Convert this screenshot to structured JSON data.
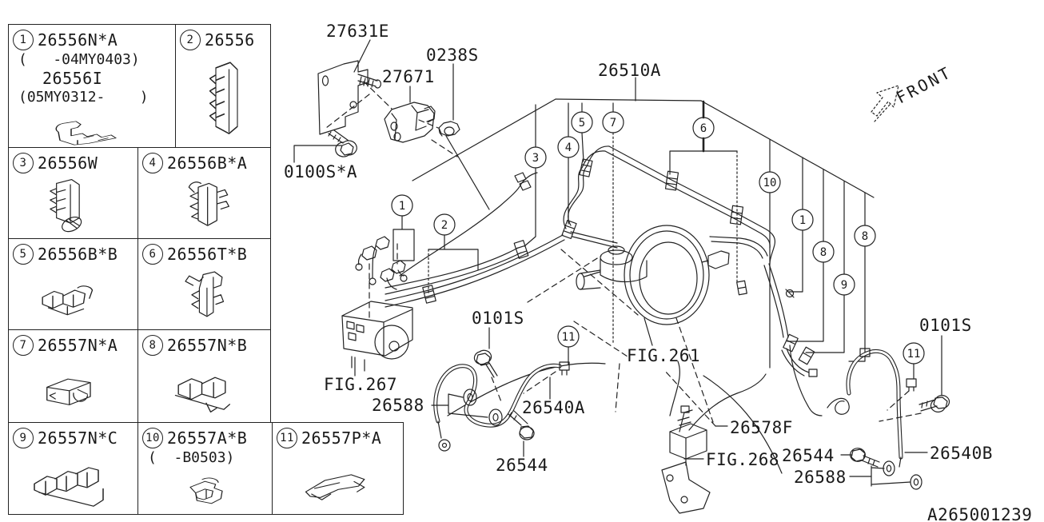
{
  "parts_table": {
    "items": [
      {
        "num": "1",
        "code": "26556N*A",
        "sub1": "(   -04MY0403)",
        "code2": "26556I",
        "sub2": "(05MY0312-    )"
      },
      {
        "num": "2",
        "code": "26556"
      },
      {
        "num": "3",
        "code": "26556W"
      },
      {
        "num": "4",
        "code": "26556B*A"
      },
      {
        "num": "5",
        "code": "26556B*B"
      },
      {
        "num": "6",
        "code": "26556T*B"
      },
      {
        "num": "7",
        "code": "26557N*A"
      },
      {
        "num": "8",
        "code": "26557N*B"
      },
      {
        "num": "9",
        "code": "26557N*C"
      },
      {
        "num": "10",
        "code": "26557A*B",
        "sub1": "(  -B0503)"
      },
      {
        "num": "11",
        "code": "26557P*A"
      }
    ]
  },
  "diagram": {
    "labels": {
      "bracket": "27631E",
      "valve": "27671",
      "nut": "0238S",
      "pipe_assy": "26510A",
      "bolt_a": "0100S*A",
      "bolt_left": "0101S",
      "bolt_right": "0101S",
      "fig267": "FIG.267",
      "fig261": "FIG.261",
      "fig268": "FIG.268",
      "gasket_left": "26588",
      "gasket_right": "26588",
      "hose_front": "26540A",
      "hose_rear": "26540B",
      "bolt_banjo_left": "26544",
      "bolt_banjo_right": "26544",
      "pipe_f": "26578F",
      "front": "FRONT",
      "doc_number": "A265001239"
    },
    "callouts": [
      "5",
      "7",
      "6",
      "3",
      "4",
      "1",
      "2",
      "10",
      "1",
      "8",
      "9",
      "8",
      "11",
      "11"
    ]
  }
}
